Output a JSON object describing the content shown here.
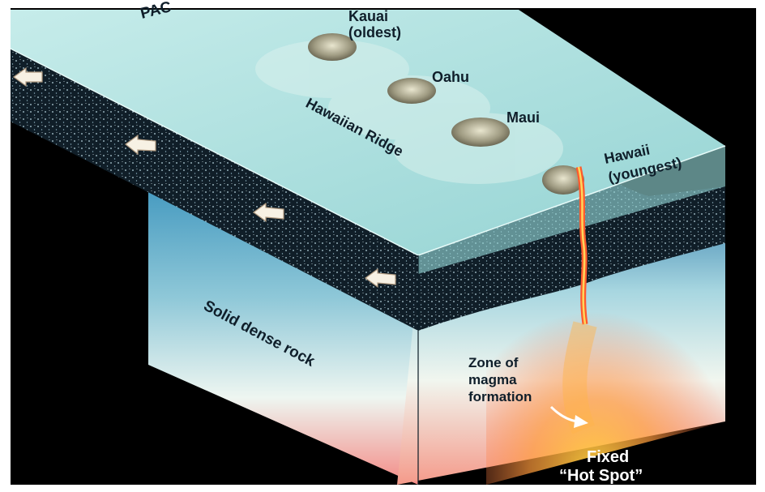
{
  "labels": {
    "ocean_top": "PAC",
    "kauai": "Kauai",
    "kauai_note": "(oldest)",
    "oahu": "Oahu",
    "maui": "Maui",
    "hawaii": "Hawaii",
    "hawaii_note": "(youngest)",
    "ridge": "Hawaiian Ridge",
    "rock": "Solid dense rock",
    "zone_line1": "Zone of",
    "zone_line2": "magma",
    "zone_line3": "formation",
    "hotspot_line1": "Fixed",
    "hotspot_line2": "“Hot Spot”"
  },
  "colors": {
    "background": "#000000",
    "ocean": "#a9dcd8",
    "crust": "#0f1f2a",
    "mantle_blue": "#3f9cc0",
    "mantle_light": "#e9f4f0",
    "hot_red": "#e8504a",
    "magma": "#f6a623"
  }
}
